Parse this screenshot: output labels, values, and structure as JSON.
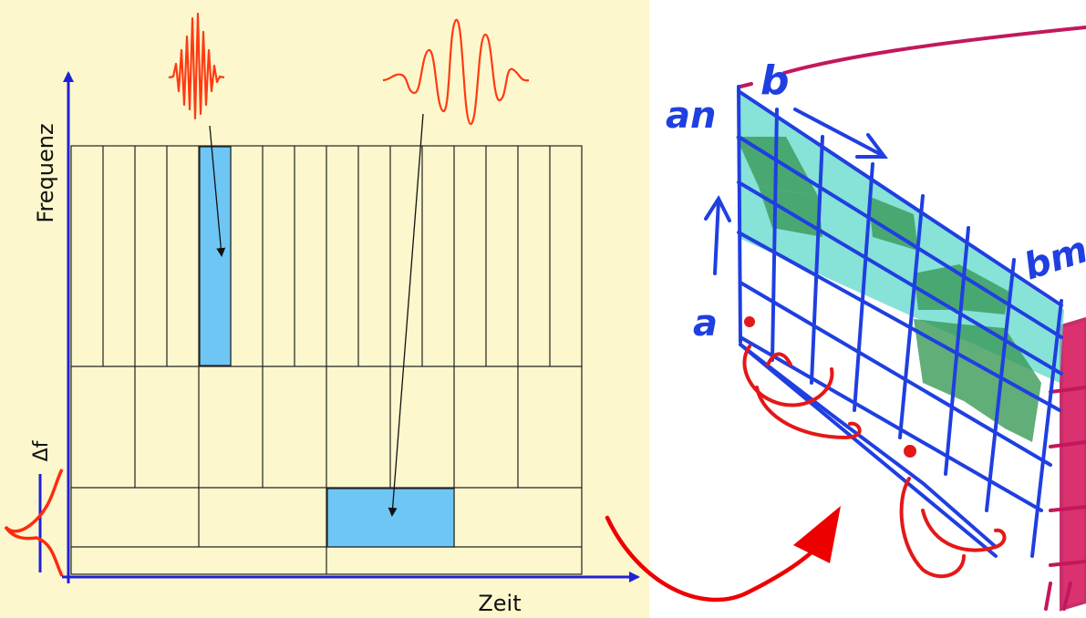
{
  "left_diagram": {
    "y_axis_label": "Frequenz",
    "x_axis_label": "Zeit",
    "bandwidth_label": "Δf",
    "colors": {
      "background": "#fdf7cd",
      "axis": "#1e22d6",
      "grid_line": "#222222",
      "highlight_cell": "#6ec6f5",
      "wavelet": "#ff3a12",
      "pointer_arrow": "#111111"
    }
  },
  "right_diagram": {
    "labels": {
      "a_n": "an",
      "a": "a",
      "b": "b",
      "b_m": "bm"
    },
    "colors": {
      "grid": "#1f3fe0",
      "cell_light": "#5fd8c9",
      "cell_dark": "#3a9a58",
      "ink_red": "#e41818",
      "ink_magenta": "#c2185b"
    }
  },
  "connector": {
    "color": "#ee0000",
    "icon": "curved-arrow-icon"
  }
}
